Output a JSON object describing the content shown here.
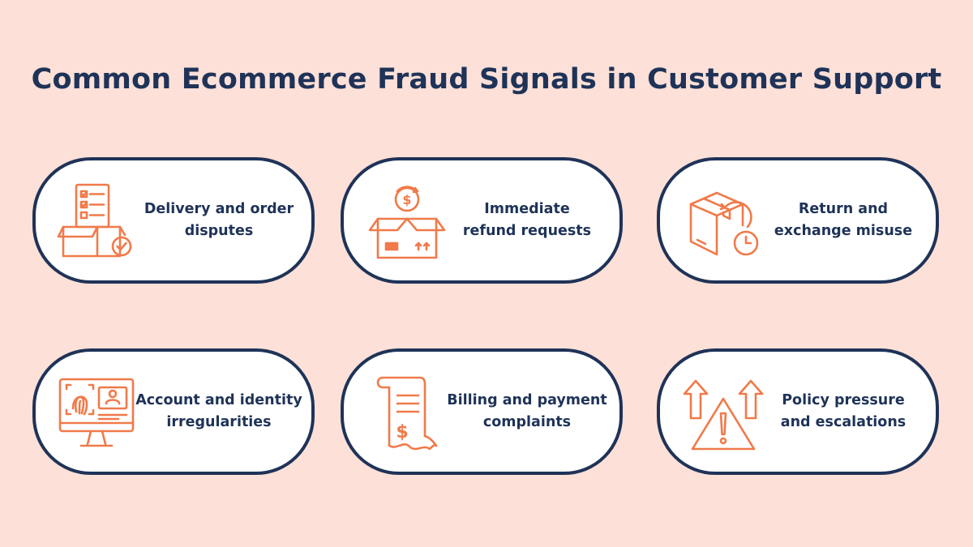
{
  "colors": {
    "background": "#fde0d8",
    "navy": "#1f3358",
    "accent": "#f07a4a",
    "card": "#ffffff"
  },
  "title": "Common Ecommerce Fraud Signals in Customer Support",
  "cards": [
    {
      "icon": "delivery-checklist-box-icon",
      "line1": "Delivery and order",
      "line2": "disputes"
    },
    {
      "icon": "refund-box-dollar-icon",
      "line1": "Immediate",
      "line2": "refund requests"
    },
    {
      "icon": "return-box-clock-icon",
      "line1": "Return and",
      "line2": "exchange misuse"
    },
    {
      "icon": "fingerprint-monitor-icon",
      "line1": "Account and identity",
      "line2": "irregularities"
    },
    {
      "icon": "receipt-dollar-icon",
      "line1": "Billing and payment",
      "line2": "complaints"
    },
    {
      "icon": "warning-arrows-icon",
      "line1": "Policy pressure",
      "line2": "and escalations"
    }
  ]
}
